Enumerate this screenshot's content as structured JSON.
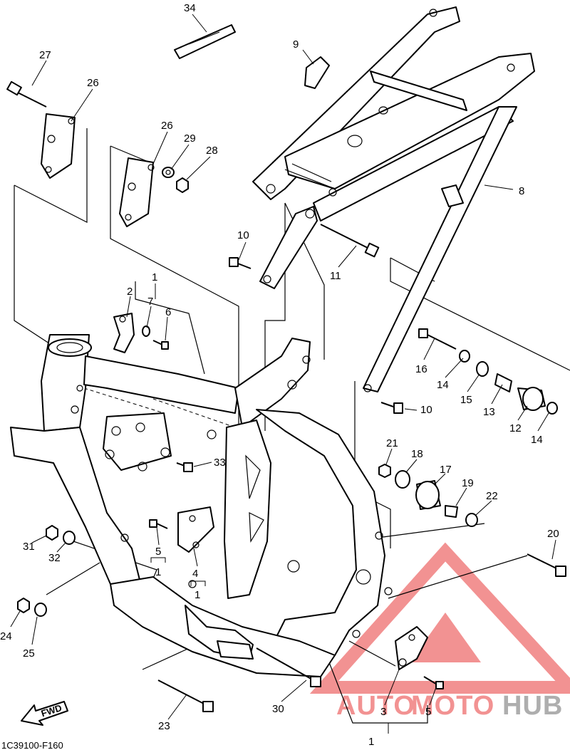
{
  "diagram": {
    "code": "1C39100-F160",
    "fwd_label": "FWD",
    "labels": {
      "p34": "34",
      "p9": "9",
      "p27": "27",
      "p26a": "26",
      "p26b": "26",
      "p29": "29",
      "p28": "28",
      "p8": "8",
      "p10a": "10",
      "p11": "11",
      "p1a": "1",
      "p2": "2",
      "p7": "7",
      "p6": "6",
      "p16": "16",
      "p14a": "14",
      "p15": "15",
      "p13": "13",
      "p10b": "10",
      "p12": "12",
      "p14b": "14",
      "p21": "21",
      "p18": "18",
      "p17": "17",
      "p19": "19",
      "p22": "22",
      "p33": "33",
      "p5a": "5",
      "p1b": "1",
      "p4": "4",
      "p1c": "1",
      "p31": "31",
      "p32": "32",
      "p20": "20",
      "p24": "24",
      "p25": "25",
      "p23": "23",
      "p30": "30",
      "p3": "3",
      "p5b": "5",
      "p1d": "1"
    }
  },
  "watermark": {
    "part1": "AUTO",
    "part2": "MOTO",
    "part3": "HUB",
    "color_main": "#f08080",
    "color_gray": "#a0a0a0"
  }
}
